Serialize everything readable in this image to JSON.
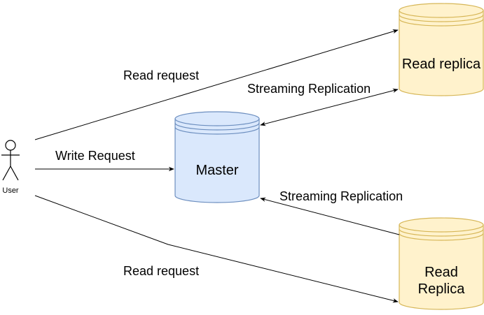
{
  "diagram": {
    "actor": {
      "label": "User"
    },
    "nodes": {
      "master": {
        "label": "Master",
        "fill": "#dae8fc",
        "stroke": "#6c8ebf"
      },
      "replica_top": {
        "label": "Read replica",
        "fill": "#fff2cc",
        "stroke": "#d6b656"
      },
      "replica_bottom": {
        "label_line1": "Read",
        "label_line2": "Replica",
        "fill": "#fff2cc",
        "stroke": "#d6b656"
      }
    },
    "edges": {
      "read_top": {
        "label": "Read request"
      },
      "write": {
        "label": "Write Request"
      },
      "read_bottom": {
        "label": "Read request"
      },
      "replication_top": {
        "label": "Streaming Replication"
      },
      "replication_bottom": {
        "label": "Streaming Replication"
      }
    }
  }
}
